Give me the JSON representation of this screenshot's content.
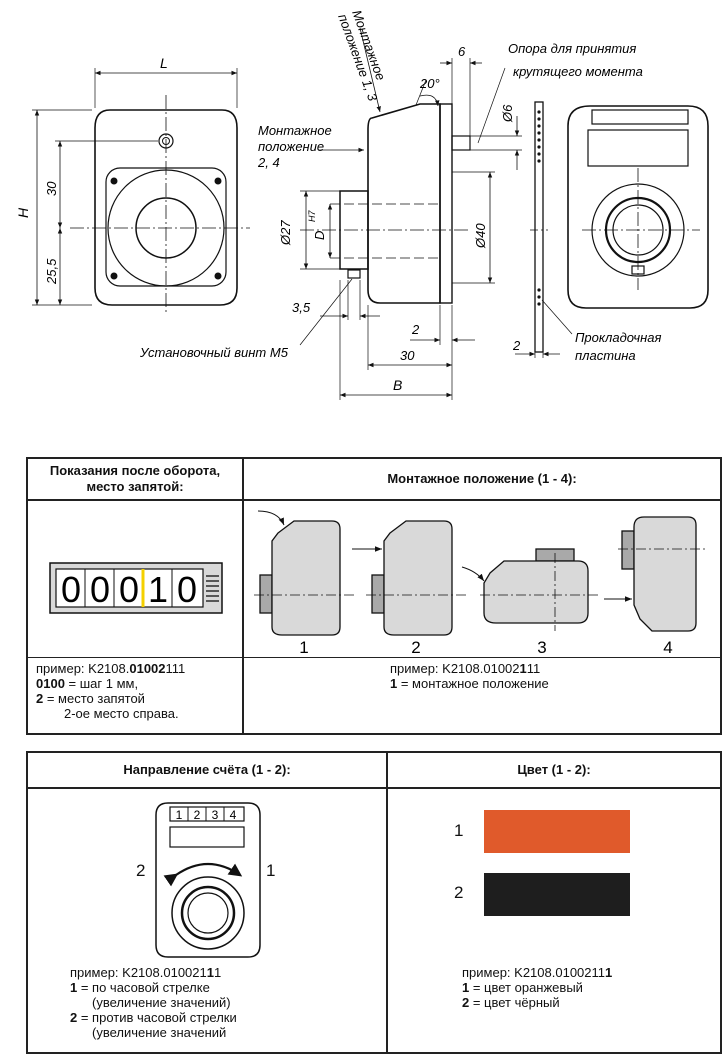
{
  "drawing": {
    "dim_L": "L",
    "dim_H": "H",
    "dim_30": "30",
    "dim_25_5": "25,5",
    "dim_6": "6",
    "dim_d6": "Ø6",
    "dim_20deg": "20°",
    "dim_d27": "Ø27",
    "dim_D": "D",
    "dim_H7": "H7",
    "dim_d40": "Ø40",
    "dim_3_5": "3,5",
    "dim_2a": "2",
    "dim_30b": "30",
    "dim_B": "B",
    "dim_2b": "2",
    "label_mount_13_a": "Монтажное",
    "label_mount_13_b": "положение 1, 3",
    "label_mount_24_a": "Монтажное",
    "label_mount_24_b": "положение",
    "label_mount_24_c": "2, 4",
    "label_torque_a": "Опора для принятия",
    "label_torque_b": "крутящего момента",
    "label_screw": "Установочный винт M5",
    "label_plate_a": "Прокладочная",
    "label_plate_b": "пластина"
  },
  "table1": {
    "header_left": "Показания после оборота,\nместо запятой:",
    "header_right": "Монтажное положение (1 - 4):",
    "counter_digits": [
      "0",
      "0",
      "0",
      "1",
      "0"
    ],
    "positions": [
      "1",
      "2",
      "3",
      "4"
    ],
    "left_note": {
      "line1_pre": "пример:  K2108.",
      "line1_bold": "01002",
      "line1_post": "111",
      "line2_bold": "0100",
      "line2_post": " = шаг 1 мм,",
      "line3_bold": "2",
      "line3_post": " = место запятой",
      "line4": "2-ое место справа."
    },
    "right_note": {
      "line1_pre": "пример: K2108.01002",
      "line1_bold": "1",
      "line1_post": "11",
      "line2_bold": "1",
      "line2_post": " = монтажное положение"
    }
  },
  "table2": {
    "header_left": "Направление счёта (1 - 2):",
    "header_right": "Цвет (1 - 2):",
    "counter_digits": [
      "1",
      "2",
      "3",
      "4"
    ],
    "dir_left": "2",
    "dir_right": "1",
    "color_labels": [
      "1",
      "2"
    ],
    "colors": [
      "#e05a2b",
      "#1e1e1e"
    ],
    "left_note": {
      "line1_pre": "пример: K2108.010021",
      "line1_bold": "1",
      "line1_post": "1",
      "line2_bold": "1",
      "line2_post": " = по часовой стрелке",
      "line3": "(увеличение значений)",
      "line4_bold": "2",
      "line4_post": " = против часовой стрелки",
      "line5": "(увеличение значений"
    },
    "right_note": {
      "line1_pre": "пример: K2108.0100211",
      "line1_bold": "1",
      "line2_bold": "1",
      "line2_post": " = цвет оранжевый",
      "line3_bold": "2",
      "line3_post": " = цвет чёрный"
    }
  }
}
